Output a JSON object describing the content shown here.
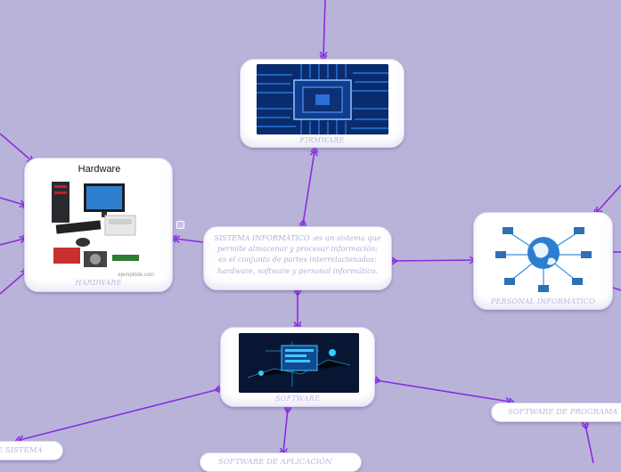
{
  "central": {
    "text": "SISTEMA INFORMÁTICO :es un sistema que permite almacenar y procesar información; es el conjunto de partes interrelacionadas: hardware, software y personal informático."
  },
  "nodes": {
    "firmware": {
      "label": "FIRMWARE"
    },
    "hardware": {
      "label": "HARDWARE",
      "image_title": "Hardware",
      "image_caption": "ejemplode.com"
    },
    "personal": {
      "label": "PERSONAL INFORMATICO"
    },
    "software": {
      "label": "SOFTWARE"
    }
  },
  "pills": {
    "sistema": "E SISTEMA",
    "aplicacion": "SOFTWARE DE APLICACIÓN",
    "programacion": "SOFTWARE DE PROGRAMA"
  },
  "colors": {
    "background": "#b9b3d9",
    "connector": "#8a2be2",
    "node_fill": "#ffffff",
    "label_text": "#bcb5e0"
  }
}
